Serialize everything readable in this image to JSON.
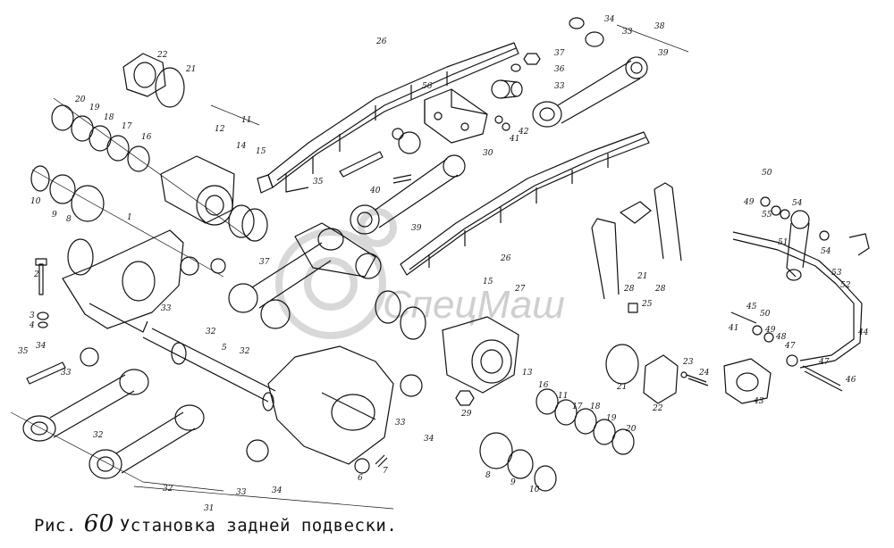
{
  "watermark": {
    "text": "СпецМаш",
    "color": "#c9c9c9"
  },
  "caption": {
    "prefix": "Рис.",
    "number": "60",
    "text": "Установка задней подвески."
  },
  "part_labels": [
    "1",
    "2",
    "3",
    "4",
    "5",
    "6",
    "7",
    "8",
    "9",
    "10",
    "11",
    "12",
    "13",
    "14",
    "15",
    "16",
    "17",
    "18",
    "19",
    "20",
    "21",
    "22",
    "23",
    "24",
    "25",
    "26",
    "27",
    "28",
    "29",
    "30",
    "31",
    "32",
    "33",
    "34",
    "35",
    "36",
    "37",
    "38",
    "39",
    "40",
    "41",
    "42",
    "43",
    "44",
    "45",
    "46",
    "47",
    "48",
    "49",
    "50",
    "51",
    "52",
    "53",
    "54",
    "55",
    "56"
  ],
  "colors": {
    "ink": "#111111",
    "paper": "#ffffff"
  }
}
